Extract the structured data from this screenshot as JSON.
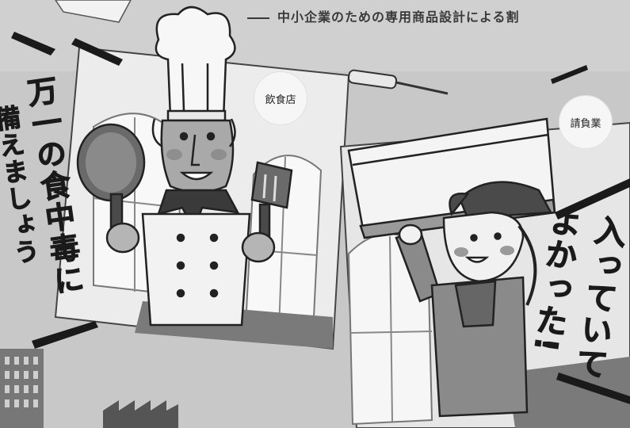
{
  "tagline": "中小企業のための専用商品設計による割",
  "badges": {
    "restaurant": "飲食店",
    "contractor": "請負業"
  },
  "slogans": {
    "prepare_col1": "備えましょう",
    "prepare_col2": "万一の食中毒に",
    "glad_col1": "よかった!",
    "glad_col2": "入っていて"
  }
}
